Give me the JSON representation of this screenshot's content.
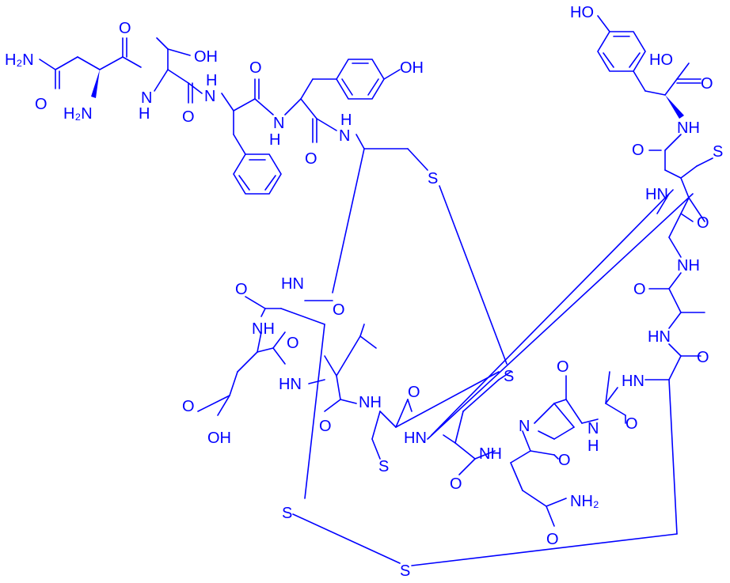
{
  "colors": {
    "structure": "#0000ff",
    "background": "#ffffff"
  },
  "labels": {
    "h2n_top": "H₂N",
    "o_asn1": "O",
    "h2n_asn1": "H₂N",
    "o_asn1_co": "O",
    "hn_thr": "N",
    "h_thr": "H",
    "oh_thr": "OH",
    "o_thr_co": "O",
    "hn_phe": "H",
    "n_phe": "N",
    "o_phe_co": "O",
    "hn_tyr1": "N",
    "h_tyr1": "H",
    "oh_tyr1": "OH",
    "o_tyr1_co": "O",
    "hn_cys1": "N",
    "h_cys1": "H",
    "s_cys1": "S",
    "oh_tyr2": "HO",
    "ho_tyr2": "HO",
    "o_tyr2": "O",
    "nh_tyr2": "NH",
    "o_cys_top": "O",
    "s_ring_top": "S",
    "hn_cys_top": "HN",
    "o_gly": "O",
    "nh_gly": "NH",
    "o_ala": "O",
    "hn_ala": "HN",
    "o_ala2": "O",
    "hn_ala3": "HN",
    "o_pro": "O",
    "n_pro": "N",
    "hn_pro": "N",
    "h_pro": "H",
    "o_pro2": "O",
    "o_asn2": "O",
    "nh_asn2": "NH",
    "nh2_asn2": "NH₂",
    "o_asn2_side": "O",
    "s_mid": "S",
    "hn_cys_mid": "HN",
    "o_cys_mid": "O",
    "o_cys_mid2": "O",
    "nh_cys_mid": "NH",
    "s_cys_mid": "S",
    "hn_leu": "HN",
    "o_leu": "O",
    "nh_glu": "NH",
    "o_glu": "O",
    "o_glu_side": "O",
    "oh_glu": "OH",
    "nh_top_ring": "HN",
    "o_top_ring": "O",
    "o_glu_co": "O",
    "s_bottom_left": "S",
    "s_bottom": "S"
  }
}
